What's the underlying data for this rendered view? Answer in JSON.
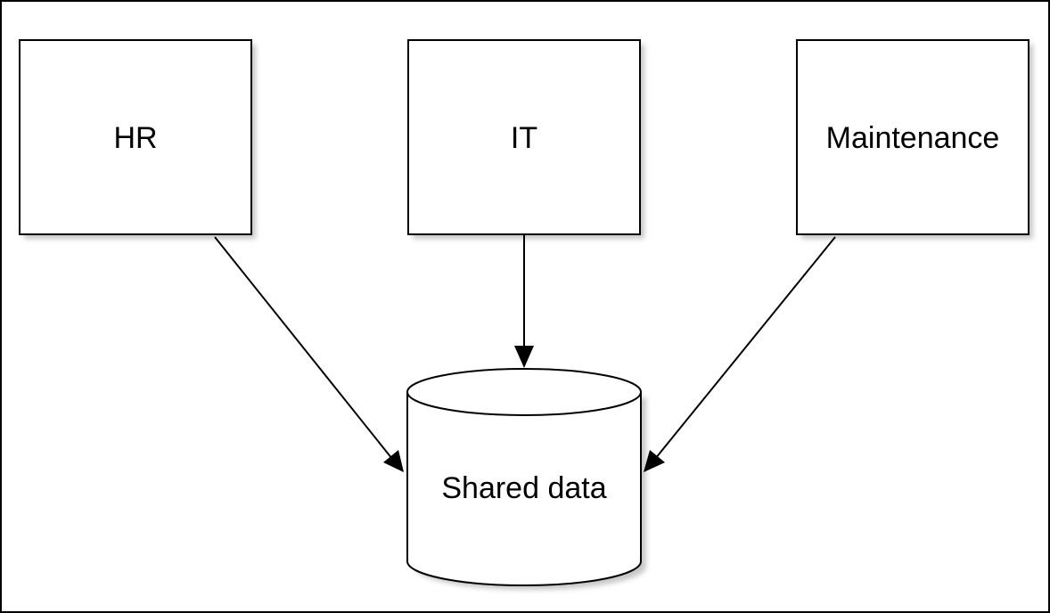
{
  "diagram": {
    "departments": [
      {
        "label": "HR"
      },
      {
        "label": "IT"
      },
      {
        "label": "Maintenance"
      }
    ],
    "store": {
      "label": "Shared data"
    },
    "colors": {
      "stroke": "#000000",
      "fill": "#ffffff",
      "shadow": "#9a9a9a"
    }
  }
}
